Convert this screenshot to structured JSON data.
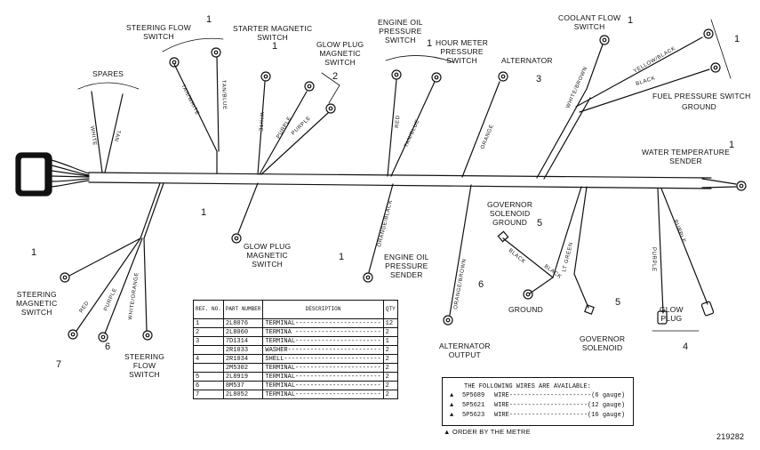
{
  "labels": {
    "steering_flow_switch_top": "STEERING FLOW\nSWITCH",
    "starter_magnetic_switch": "STARTER MAGNETIC\nSWITCH",
    "glow_plug_magnetic_switch_top": "GLOW PLUG\nMAGNETIC\nSWITCH",
    "engine_oil_pressure_switch": "ENGINE OIL\nPRESSURE\nSWITCH",
    "hour_meter_pressure_switch": "HOUR METER\nPRESSURE\nSWITCH",
    "alternator_top": "ALTERNATOR",
    "coolant_flow_switch": "COOLANT FLOW\nSWITCH",
    "fuel_pressure_switch": "FUEL PRESSURE SWITCH",
    "ground_right": "GROUND",
    "spares": "SPARES",
    "water_temperature_sender": "WATER TEMPERATURE\nSENDER",
    "governor_solenoid_ground": "GOVERNOR\nSOLENOID\nGROUND",
    "glow_plug_magnetic_switch_bottom": "GLOW PLUG\nMAGNETIC\nSWITCH",
    "engine_oil_pressure_sender": "ENGINE OIL\nPRESSURE\nSENDER",
    "steering_magnetic_switch": "STEERING\nMAGNETIC\nSWITCH",
    "steering_flow_switch_bottom": "STEERING\nFLOW\nSWITCH",
    "ground_mid": "GROUND",
    "alternator_output": "ALTERNATOR\nOUTPUT",
    "governor_solenoid": "GOVERNOR\nSOLENOID",
    "glow_plug": "GLOW\nPLUG"
  },
  "callouts": {
    "c_steering_flow": "1",
    "c_starter": "1",
    "c_glow_top": "2",
    "c_hour_meter": "1",
    "c_alternator": "3",
    "c_coolant": "1",
    "c_fuel": "1",
    "c_water_temp": "1",
    "c_glow_bottom": "1",
    "c_oil_sender": "1",
    "c_gov_ground": "5",
    "c_ground_mid": "6",
    "c_gov_solenoid": "5",
    "c_glow_plug": "4",
    "c_steering_magnetic": "1",
    "c_steering_flow_bottom_a": "6",
    "c_steering_flow_bottom_b": "7"
  },
  "wire_colors": {
    "tan_white": "TAN/WHITE",
    "tan_blue": "TAN/BLUE",
    "white_a": "WHITE",
    "purple_a": "PURPLE",
    "purple_b": "PURPLE",
    "red": "RED",
    "tan_blue_b": "TAN/BLUE",
    "white_spare": "WHITE",
    "tan_spare": "TAN",
    "orange": "ORANGE",
    "white_brown": "WHITE/BROWN",
    "yellow_black": "YELLOW/BLACK",
    "black_top": "BLACK",
    "orange_black": "ORANGE/BLACK",
    "orange_brown": "ORANGE/BROWN",
    "black_a": "BLACK",
    "black_b": "BLACK",
    "lt_green": "LT GREEN",
    "purple_c": "PURPLE",
    "purple_d": "PURPLE",
    "red_b": "RED",
    "purple_e": "PURPLE",
    "white_orange": "WHITE/ORANGE"
  },
  "parts_table": {
    "headers": [
      "REF. NO.",
      "PART NUMBER",
      "DESCRIPTION",
      "QTY"
    ],
    "rows": [
      {
        "ref": "1",
        "part": "2L8076",
        "desc": "TERMINAL-----------------------",
        "qty": "12"
      },
      {
        "ref": "2",
        "part": "2L8060",
        "desc": "TERMINA -----------------------",
        "qty": "2"
      },
      {
        "ref": "3",
        "part": "7D1314",
        "desc": "TERMINAL-----------------------",
        "qty": "1"
      },
      {
        "ref": "",
        "part": "2R1033",
        "desc": "WASHER-------------------------",
        "qty": "2"
      },
      {
        "ref": "4",
        "part": "2R1034",
        "desc": "SHELL--------------------------",
        "qty": "2"
      },
      {
        "ref": "",
        "part": "2M5302",
        "desc": "TERMINAL-----------------------",
        "qty": "2"
      },
      {
        "ref": "5",
        "part": "2L8919",
        "desc": "TERMINAL-----------------------",
        "qty": "2"
      },
      {
        "ref": "6",
        "part": "8M537",
        "desc": "TERMINAL-----------------------",
        "qty": "2"
      },
      {
        "ref": "7",
        "part": "2L8052",
        "desc": "TERMINAL-----------------------",
        "qty": "2"
      }
    ]
  },
  "wires_available": {
    "title": "THE FOLLOWING WIRES ARE AVAILABLE:",
    "rows": [
      {
        "mark": "▲",
        "part": "5P5689",
        "text": "WIRE----------------------(6 gauge)"
      },
      {
        "mark": "▲",
        "part": "5P5621",
        "text": "WIRE---------------------(12 gauge)"
      },
      {
        "mark": "▲",
        "part": "5P5623",
        "text": "WIRE---------------------(16 gauge)"
      }
    ],
    "note": "▲ ORDER BY THE METRE"
  },
  "drawing_number": "219282"
}
